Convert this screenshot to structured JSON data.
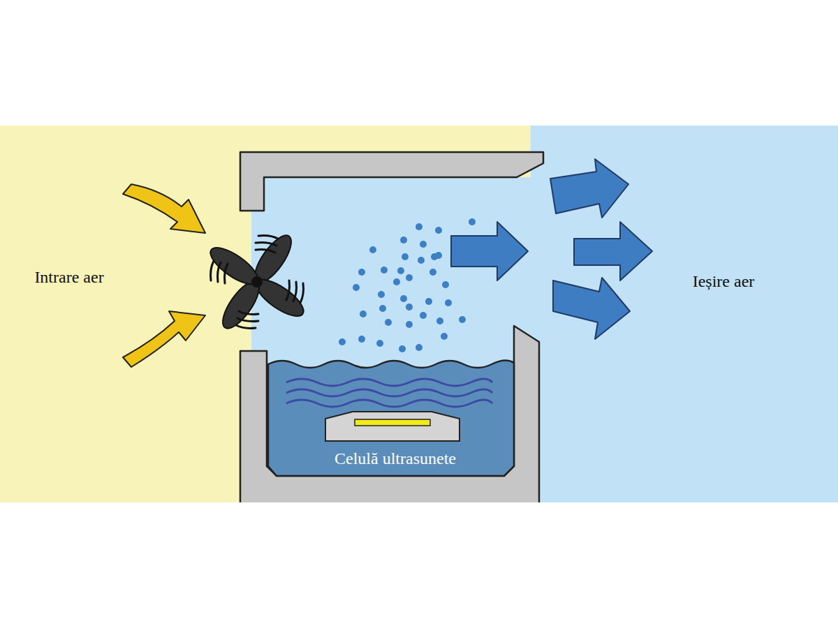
{
  "diagram": {
    "nodes": [
      {
        "text": [
          "Intrare aer"
        ]
      },
      {
        "text": [
          "Ieșire aer"
        ]
      },
      {
        "text": [
          "Celulă ultrasunete"
        ]
      }
    ]
  }
}
